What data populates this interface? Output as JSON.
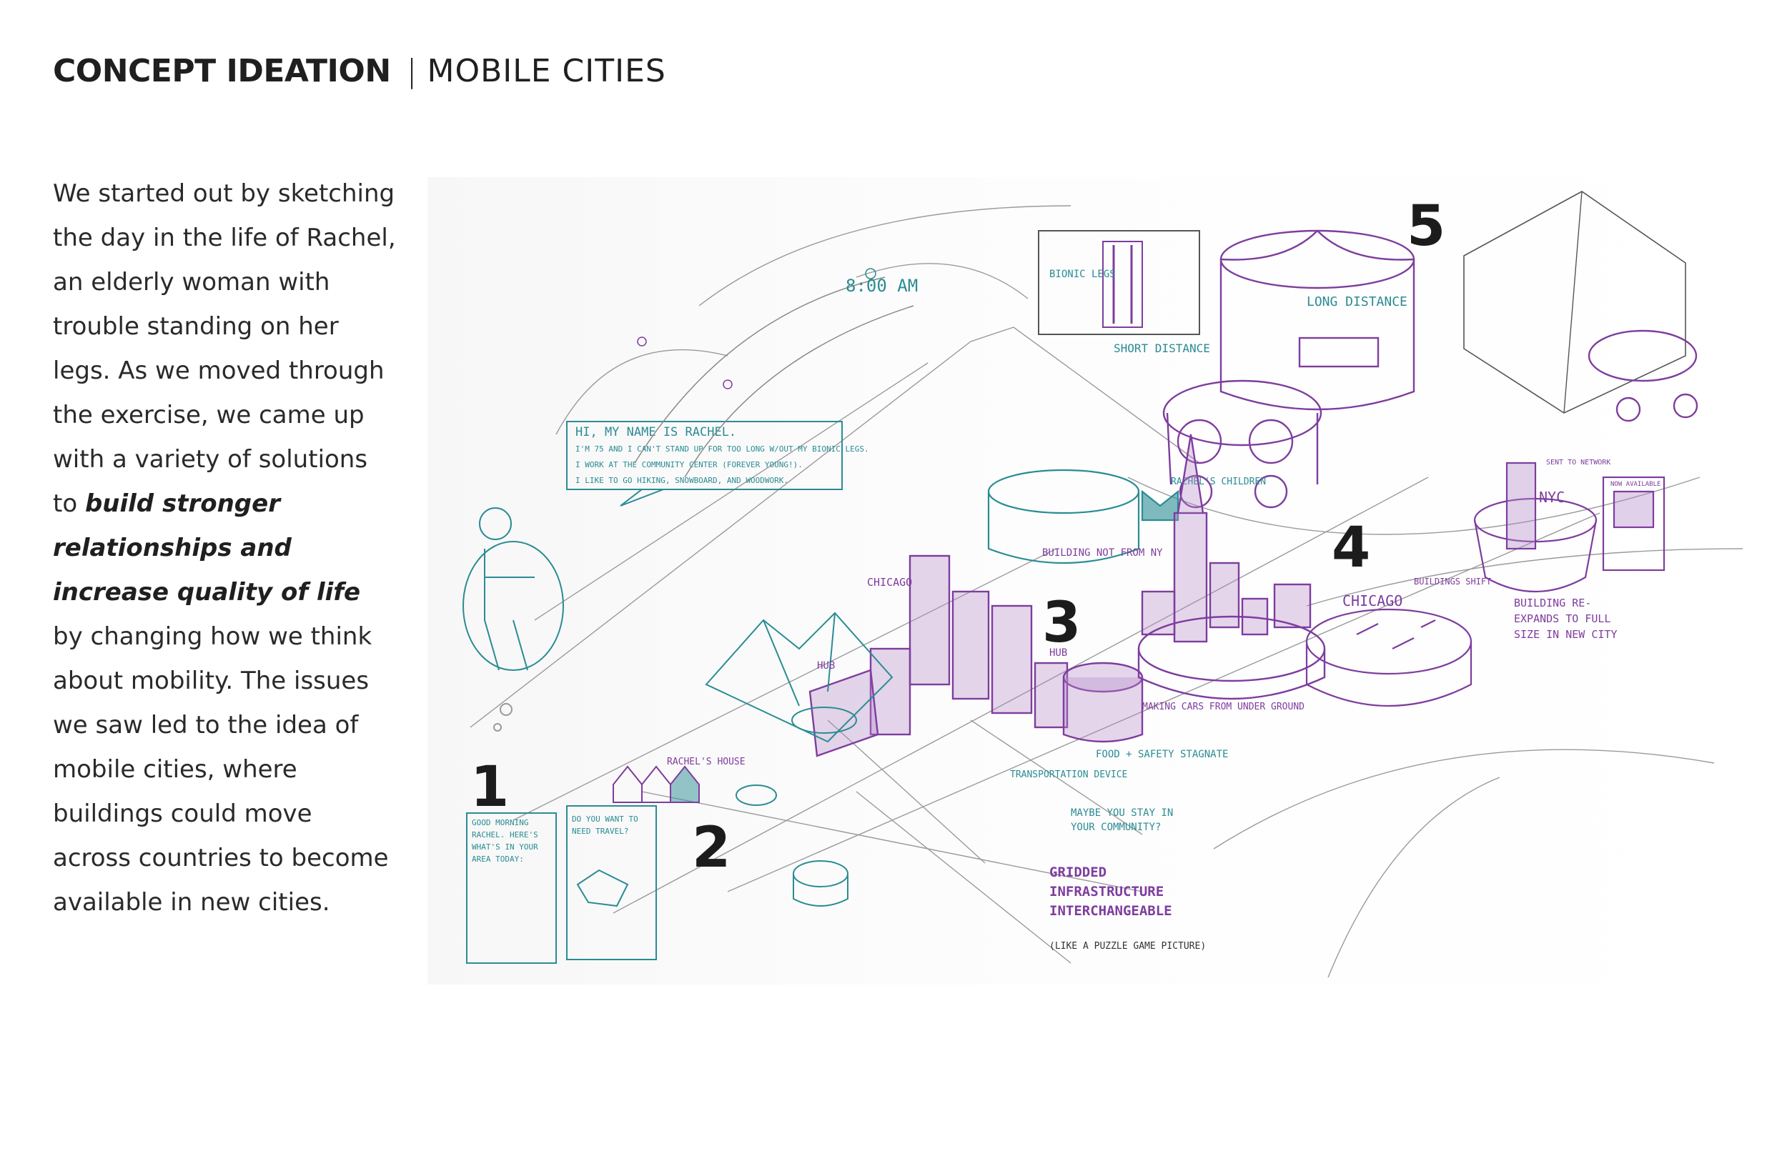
{
  "header": {
    "title_bold": "CONCEPT IDEATION",
    "separator": "|",
    "title_light": "MOBILE CITIES"
  },
  "body": {
    "intro": "We started out by sketching the day in the life of Rachel, an elderly woman with trouble standing on her legs. As we moved through the exercise, we came up with a variety of solutions to ",
    "emphasis": "build stronger relationships and increase quality of life",
    "outro": " by changing how we think about mobility. The issues we saw led to the idea of mobile cities, where buildings could move across countries to become available in new cities."
  },
  "sketch": {
    "numbers": [
      "1",
      "2",
      "3",
      "4",
      "5"
    ],
    "notes": {
      "time": "8:00 AM",
      "bionic_legs": "BIONIC LEGS",
      "long_distance": "LONG DISTANCE",
      "short_distance": "SHORT DISTANCE",
      "speech_1": "HI, MY NAME IS RACHEL.",
      "speech_2": "I'M 75 AND I CAN'T STAND UP FOR TOO LONG W/OUT MY BIONIC LEGS.",
      "speech_3": "I WORK AT THE COMMUNITY CENTER (FOREVER YOUNG!).",
      "speech_4": "I LIKE TO GO HIKING, SNOWBOARD, AND WOODWORK.",
      "rachels_children": "RACHEL'S CHILDREN",
      "buildings_from_ny": "BUILDING NOT FROM NY",
      "chicago_left": "CHICAGO",
      "hub_left": "HUB",
      "hub_right": "HUB",
      "chicago_right": "CHICAGO",
      "buildings_shift": "BUILDINGS SHIFT",
      "sent_to_network": "SENT TO NETWORK",
      "nyc": "NYC",
      "now_available": "NOW AVAILABLE",
      "re_expands": "BUILDING RE-EXPANDS TO FULL SIZE IN NEW CITY",
      "making_cars": "MAKING CARS FROM UNDER GROUND",
      "food_safety": "FOOD + SAFETY STAGNATE",
      "transportation": "TRANSPORTATION DEVICE",
      "rachels_house": "RACHEL'S HOUSE",
      "maybe_stay": "MAYBE YOU STAY IN YOUR COMMUNITY?",
      "gridded": "GRIDDED INFRASTRUCTURE INTERCHANGEABLE",
      "game_picture": "(LIKE A PUZZLE GAME PICTURE)",
      "phone_1": "GOOD MORNING RACHEL. HERE'S WHAT'S IN YOUR AREA TODAY:",
      "phone_2": "DO YOU WANT TO NEED TRAVEL?"
    }
  },
  "colors": {
    "teal_ink": "#2a8c93",
    "purple_ink": "#7e3d9e",
    "pencil": "#8a8a8a",
    "text": "#2a2a2a"
  }
}
